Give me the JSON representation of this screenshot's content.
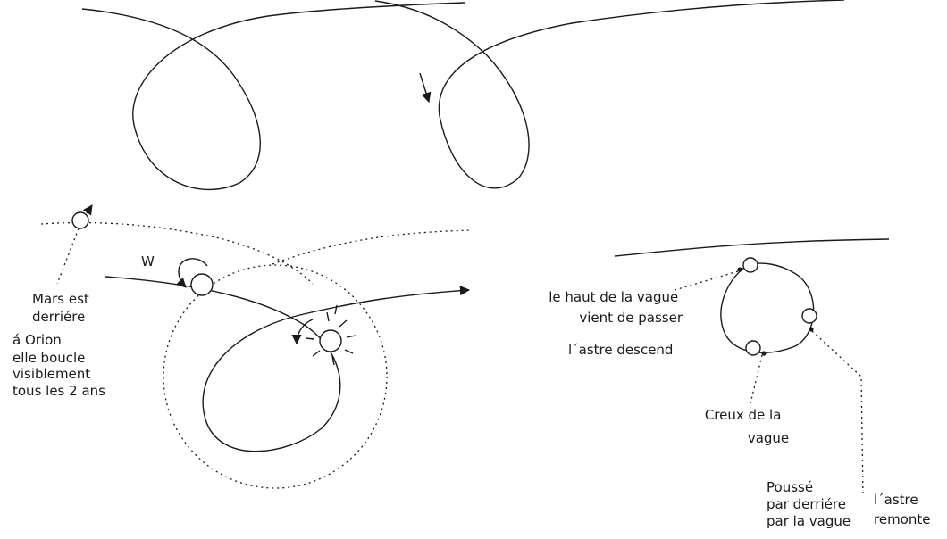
{
  "labels": {
    "mars_caption": [
      "Mars est",
      "derriére",
      "á Orion",
      "elle boucle",
      "visiblement",
      "tous les 2 ans"
    ],
    "west_marker": "W",
    "wave_top": [
      "le haut de la vague",
      "vient de passer"
    ],
    "descending": "l´astre descend",
    "trough": [
      "Creux de la",
      "vague"
    ],
    "pushed": [
      "Poussé",
      "par derriére",
      "par la vague"
    ],
    "ascending": [
      "l´astre",
      "remonte"
    ]
  },
  "icons": [
    "mars-symbol-icon",
    "sun-icon",
    "direction-arrow-icon"
  ],
  "colors": {
    "ink": "#1a1a1a",
    "background": "#ffffff"
  }
}
